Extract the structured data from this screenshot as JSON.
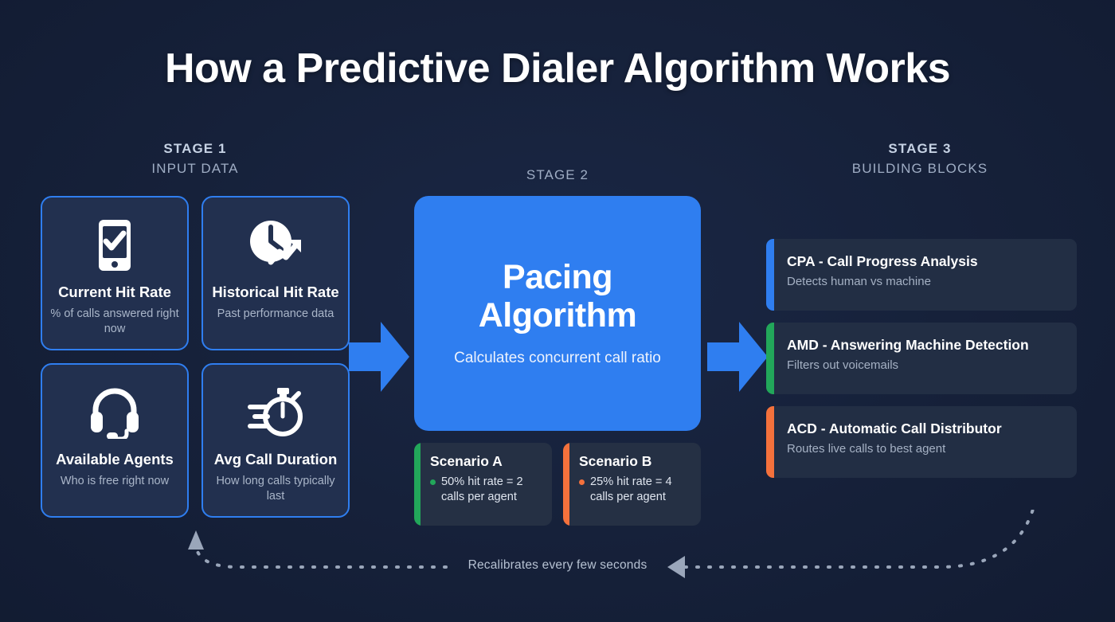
{
  "title": "How a Predictive Dialer Algorithm Works",
  "colors": {
    "background": "#16213a",
    "accent_blue": "#2f7ef0",
    "green": "#22a75a",
    "orange": "#f4713c",
    "card_fill": "#22304f",
    "block_fill": "#222e44",
    "text_muted": "#a5b1c4"
  },
  "stages": [
    {
      "id": "stage-1",
      "number": "STAGE 1",
      "name": "INPUT DATA"
    },
    {
      "id": "stage-2",
      "number": "STAGE 2",
      "name": ""
    },
    {
      "id": "stage-3",
      "number": "STAGE 3",
      "name": "BUILDING BLOCKS"
    }
  ],
  "input_cards": [
    {
      "icon": "mobile-phone-check-icon",
      "title": "Current Hit Rate",
      "desc": "% of calls answered right now"
    },
    {
      "icon": "clock-trend-up-icon",
      "title": "Historical Hit Rate",
      "desc": "Past performance data"
    },
    {
      "icon": "headset-icon",
      "title": "Available Agents",
      "desc": "Who is free right now"
    },
    {
      "icon": "stopwatch-icon",
      "title": "Avg Call Duration",
      "desc": "How long calls typically last"
    }
  ],
  "pacing": {
    "title_line1": "Pacing",
    "title_line2": "Algorithm",
    "desc": "Calculates concurrent call ratio"
  },
  "scenarios": [
    {
      "title": "Scenario A",
      "detail": "50% hit rate = 2 calls per agent",
      "color": "#22a75a"
    },
    {
      "title": "Scenario B",
      "detail": "25% hit rate = 4 calls per agent",
      "color": "#f4713c"
    }
  ],
  "building_blocks": [
    {
      "title": "CPA - Call Progress Analysis",
      "desc": "Detects human vs machine",
      "color": "#2f7ef0"
    },
    {
      "title": "AMD - Answering Machine Detection",
      "desc": "Filters out voicemails",
      "color": "#22a75a"
    },
    {
      "title": "ACD - Automatic Call Distributor",
      "desc": "Routes live calls to best agent",
      "color": "#f4713c"
    }
  ],
  "feedback_loop": {
    "label": "Recalibrates every few seconds"
  }
}
